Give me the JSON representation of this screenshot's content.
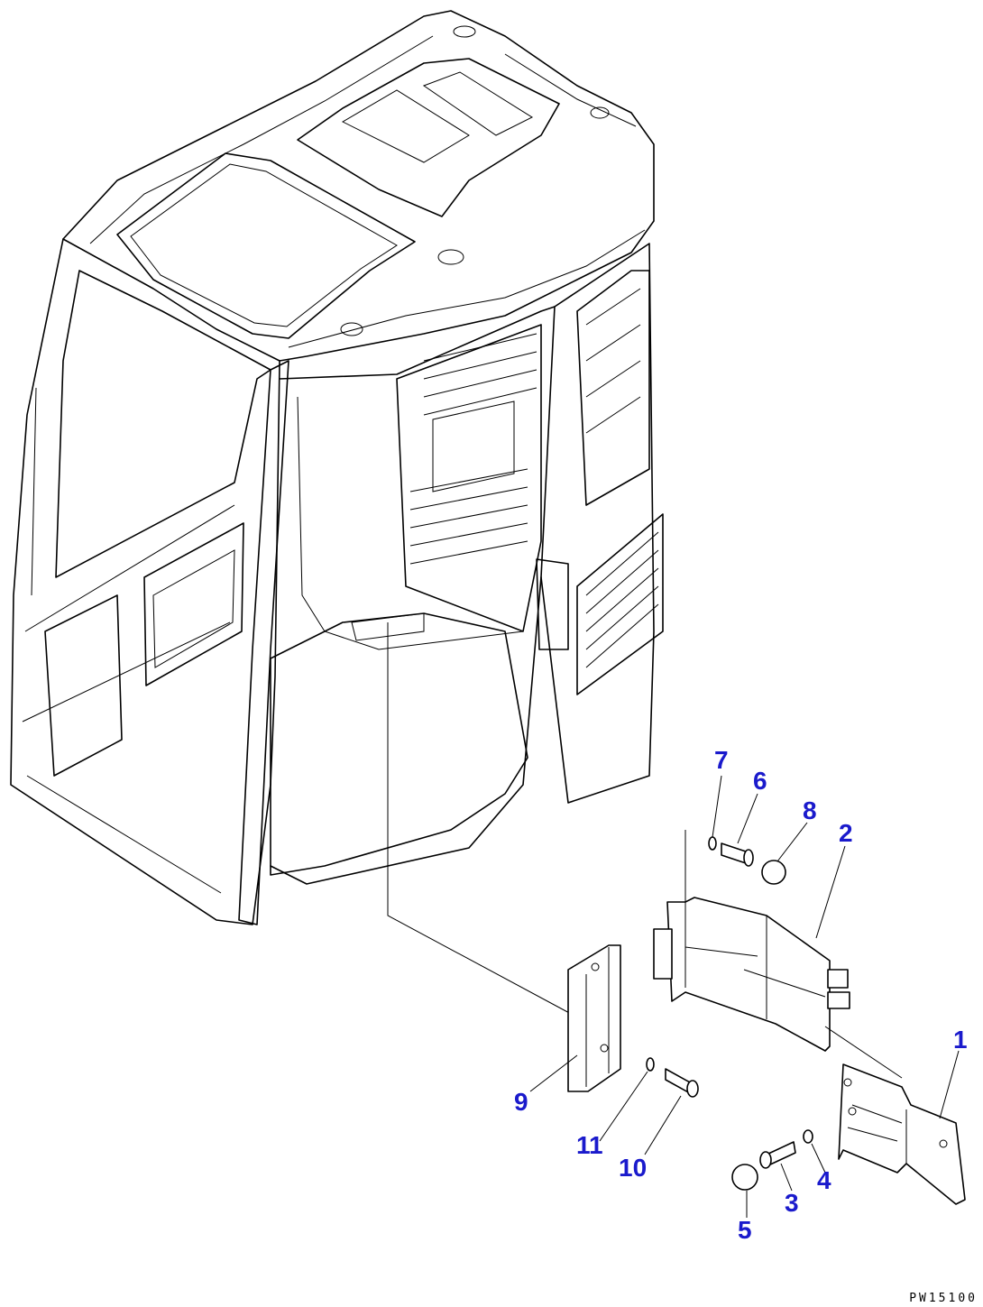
{
  "callout_color": "#1a1acc",
  "line_color": "#000000",
  "callouts": [
    {
      "id": "1",
      "label": "1"
    },
    {
      "id": "2",
      "label": "2"
    },
    {
      "id": "3",
      "label": "3"
    },
    {
      "id": "4",
      "label": "4"
    },
    {
      "id": "5",
      "label": "5"
    },
    {
      "id": "6",
      "label": "6"
    },
    {
      "id": "7",
      "label": "7"
    },
    {
      "id": "8",
      "label": "8"
    },
    {
      "id": "9",
      "label": "9"
    },
    {
      "id": "10",
      "label": "10"
    },
    {
      "id": "11",
      "label": "11"
    }
  ],
  "footer_code": "PW15100"
}
